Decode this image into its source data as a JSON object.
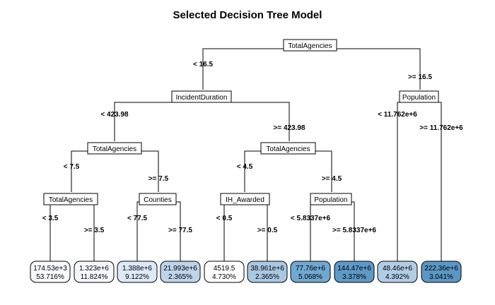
{
  "title": "Selected Decision Tree Model",
  "splits": {
    "root": "TotalAgencies",
    "n1": "IncidentDuration",
    "n2": "Population",
    "n3": "TotalAgencies",
    "n4": "TotalAgencies",
    "n5": "TotalAgencies",
    "n6": "Counties",
    "n7": "IH_Awarded",
    "n8": "Population"
  },
  "edges": {
    "root_l": "< 16.5",
    "root_r": ">= 16.5",
    "n1_l": "< 423.98",
    "n1_r": ">= 423.98",
    "n2_l": "< 11.762e+6",
    "n2_r": ">= 11.762e+6",
    "n3_l": "< 7.5",
    "n3_r": ">= 7.5",
    "n4_l": "< 4.5",
    "n4_r": ">= 4.5",
    "n5_l": "< 3.5",
    "n5_r": ">= 3.5",
    "n6_l": "< 77.5",
    "n6_r": ">= 77.5",
    "n7_l": "< 0.5",
    "n7_r": ">= 0.5",
    "n8_l": "< 5.8337e+6",
    "n8_r": ">= 5.8337e+6"
  },
  "leaves": [
    {
      "value": "174.53e+3",
      "pct": "53.716%",
      "fill": "#f7fbff"
    },
    {
      "value": "1.323e+6",
      "pct": "11.824%",
      "fill": "#f4f8fd"
    },
    {
      "value": "1.388e+6",
      "pct": "9.122%",
      "fill": "#dce9f6"
    },
    {
      "value": "21.993e+6",
      "pct": "2.365%",
      "fill": "#bdd4ea"
    },
    {
      "value": "4519.5",
      "pct": "4.730%",
      "fill": "#ffffff"
    },
    {
      "value": "38.961e+6",
      "pct": "2.365%",
      "fill": "#a9c8e2"
    },
    {
      "value": "77.76e+6",
      "pct": "5.068%",
      "fill": "#6fa8d0"
    },
    {
      "value": "144.47e+6",
      "pct": "3.378%",
      "fill": "#5d9ac7"
    },
    {
      "value": "48.46e+6",
      "pct": "4.392%",
      "fill": "#b1cde5"
    },
    {
      "value": "222.36e+6",
      "pct": "3.041%",
      "fill": "#5b97c4"
    }
  ]
}
